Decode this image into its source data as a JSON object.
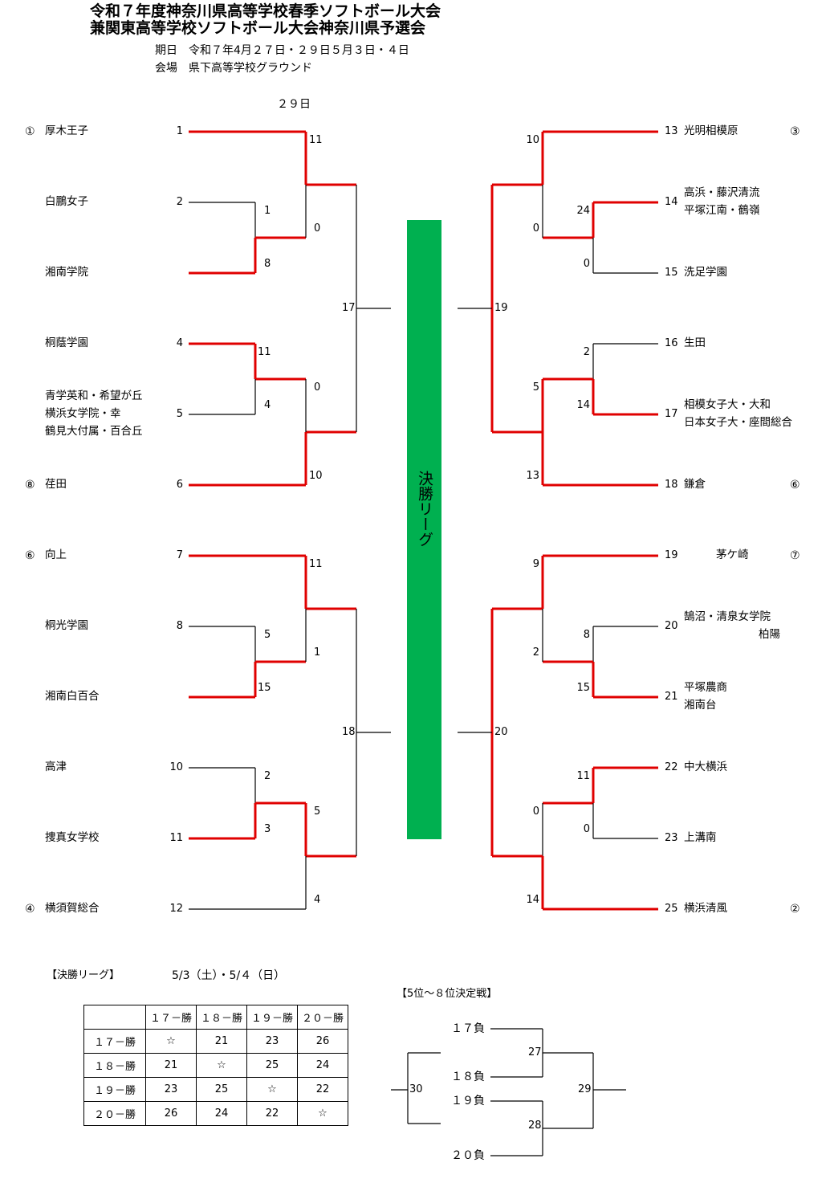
{
  "header": {
    "title_line1": "令和７年度神奈川県高等学校春季ソフトボール大会",
    "title_line2": "兼関東高等学校ソフトボール大会神奈川県予選会",
    "period": "期日　令和７年4月２７日・２９日５月３日・４日",
    "venue": "会場　県下高等学校グラウンド",
    "day_label": "２９日"
  },
  "left_teams": [
    {
      "rank": "①",
      "name": "厚木王子",
      "seed": "1"
    },
    {
      "rank": "",
      "name": "白鵬女子",
      "seed": "2"
    },
    {
      "rank": "",
      "name": "湘南学院",
      "seed": ""
    },
    {
      "rank": "",
      "name": "桐蔭学園",
      "seed": "4"
    },
    {
      "rank": "",
      "name": "青学英和・希望が丘",
      "name2": "横浜女学院・幸",
      "name3": "鶴見大付属・百合丘",
      "seed": "5"
    },
    {
      "rank": "⑧",
      "name": "荏田",
      "seed": "6"
    },
    {
      "rank": "⑥",
      "name": "向上",
      "seed": "7"
    },
    {
      "rank": "",
      "name": "桐光学園",
      "seed": "8"
    },
    {
      "rank": "",
      "name": "湘南白百合",
      "seed": ""
    },
    {
      "rank": "",
      "name": "高津",
      "seed": "10"
    },
    {
      "rank": "",
      "name": "捜真女学校",
      "seed": "11"
    },
    {
      "rank": "④",
      "name": "横須賀総合",
      "seed": "12"
    }
  ],
  "right_teams": [
    {
      "rank": "③",
      "name": "光明相模原",
      "seed": "13"
    },
    {
      "rank": "",
      "name": "高浜・藤沢清流",
      "name2": "平塚江南・鶴嶺",
      "seed": "14"
    },
    {
      "rank": "",
      "name": "洗足学園",
      "seed": "15"
    },
    {
      "rank": "",
      "name": "生田",
      "seed": "16"
    },
    {
      "rank": "",
      "name": "相模女子大・大和",
      "name2": "日本女子大・座間総合",
      "seed": "17"
    },
    {
      "rank": "⑥",
      "name": "鎌倉",
      "seed": "18"
    },
    {
      "rank": "⑦",
      "name": "茅ケ崎",
      "seed": "19"
    },
    {
      "rank": "",
      "name": "鵠沼・清泉女学院",
      "name2": "柏陽",
      "seed": "20"
    },
    {
      "rank": "",
      "name": "平塚農商",
      "name2": "湘南台",
      "seed": "21"
    },
    {
      "rank": "",
      "name": "中大横浜",
      "seed": "22"
    },
    {
      "rank": "",
      "name": "上溝南",
      "seed": "23"
    },
    {
      "rank": "②",
      "name": "横浜清風",
      "seed": "25"
    }
  ],
  "scores": {
    "left": [
      "11",
      "1",
      "0",
      "8",
      "11",
      "0",
      "4",
      "10",
      "11",
      "5",
      "1",
      "15",
      "2",
      "5",
      "3",
      "4"
    ],
    "right": [
      "10",
      "24",
      "0",
      "0",
      "2",
      "5",
      "14",
      "13",
      "9",
      "8",
      "2",
      "15",
      "11",
      "0",
      "0",
      "14"
    ]
  },
  "game_numbers": {
    "g17": "17",
    "g18": "18",
    "g19": "19",
    "g20": "20"
  },
  "final_league_label": "決勝リーグ",
  "league": {
    "heading": "【決勝リーグ】",
    "dates": "5/3（土）・5/４（日）",
    "columns": [
      "",
      "１７－勝",
      "１８－勝",
      "１９－勝",
      "２０－勝"
    ],
    "rows": [
      [
        "１７－勝",
        "☆",
        "21",
        "23",
        "26"
      ],
      [
        "１８－勝",
        "21",
        "☆",
        "25",
        "24"
      ],
      [
        "１９－勝",
        "23",
        "25",
        "☆",
        "22"
      ],
      [
        "２０－勝",
        "26",
        "24",
        "22",
        "☆"
      ]
    ]
  },
  "placement": {
    "heading": "【5位～８位決定戦】",
    "losers": [
      "１７負",
      "１８負",
      "１９負",
      "２０負"
    ],
    "games": [
      "27",
      "28",
      "29",
      "30"
    ]
  },
  "colors": {
    "win_line": "#e00000",
    "line": "#000000",
    "final_bar": "#00b050"
  }
}
